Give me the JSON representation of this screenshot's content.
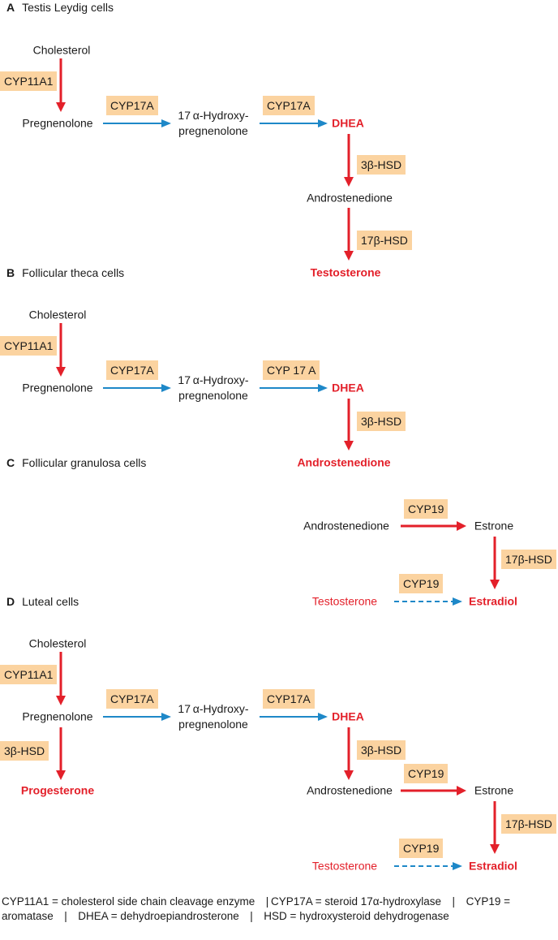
{
  "sections": {
    "A": {
      "letter": "A",
      "title": "Testis Leydig cells"
    },
    "B": {
      "letter": "B",
      "title": "Follicular theca cells"
    },
    "C": {
      "letter": "C",
      "title": "Follicular granulosa cells"
    },
    "D": {
      "letter": "D",
      "title": "Luteal cells"
    }
  },
  "molecules": {
    "cholesterol": "Cholesterol",
    "pregnenolone": "Pregnenolone",
    "hydroxypregnenolone_line1": "17 α-Hydroxy-",
    "hydroxypregnenolone_line2": "pregnenolone",
    "dhea": "DHEA",
    "androstenedione": "Androstenedione",
    "testosterone": "Testosterone",
    "estrone": "Estrone",
    "estradiol": "Estradiol",
    "progesterone": "Progesterone"
  },
  "enzymes": {
    "cyp11a1": "CYP11A1",
    "cyp17a": "CYP17A",
    "cyp17a_spaced": "CYP 17 A",
    "hsd3b": "3β-HSD",
    "hsd17b": "17β-HSD",
    "cyp19": "CYP19"
  },
  "legend": "CYP11A1 = cholesterol side chain cleavage enzyme | CYP17A = steroid 17α-hydroxylase | CYP19 = aromatase | DHEA = dehydroepiandrosterone | HSD = hydroxysteroid dehydrogenase",
  "colors": {
    "red": "#e3202a",
    "blue": "#1e88c8",
    "enzyme_fill": "#fbd3a0"
  }
}
